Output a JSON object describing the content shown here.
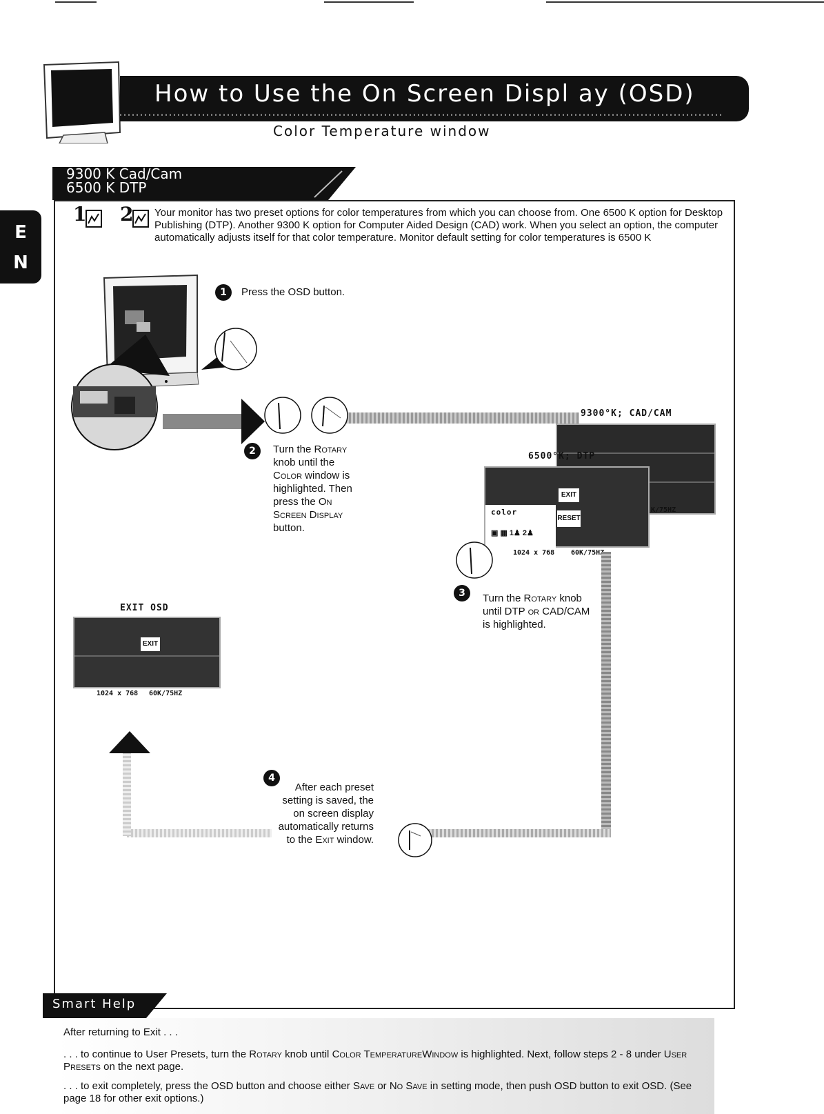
{
  "header": {
    "title": "How to Use the On Screen Displ ay (OSD)",
    "subtitle": "Color Temperature window"
  },
  "section": {
    "tab_line1": "9300 K Cad/Cam",
    "tab_line2": "6500 K DTP"
  },
  "side_tab": {
    "letter1": "E",
    "letter2": "N"
  },
  "intro": {
    "icon1": "1",
    "icon2": "2",
    "text": "Your monitor has two preset options for color temperatures from which you can choose from. One 6500 K option for Desktop Publishing (DTP). Another 9300 K option for Computer Aided Design (CAD) work. When you select an option, the computer automatically adjusts itself for that color temperature. Monitor default setting for color temperatures is 6500 K"
  },
  "steps": [
    {
      "num": "1",
      "text": "Press the OSD button."
    },
    {
      "num": "2",
      "text_a": "Turn the ",
      "rotary": "Rotary",
      "text_b": " knob until the ",
      "color": "Color",
      "text_c": " window is highlighted. Then press the ",
      "osd": "On Screen Display",
      "text_d": " button."
    },
    {
      "num": "3",
      "text_a": "Turn the ",
      "rotary": "Rotary",
      "text_b": " knob until DTP ",
      "or": "or",
      "text_c": " CAD/CAM is highlighted."
    },
    {
      "num": "4",
      "text_a": "After each preset setting is saved, the on screen display automatically returns to the ",
      "exit": "Exit",
      "text_b": " window."
    }
  ],
  "osd_panels": {
    "cad_label": "9300°K; CAD/CAM",
    "dtp_label": "6500°K; DTP",
    "exit_button": "EXIT",
    "reset_button": "RESET",
    "color_label": "color",
    "resolution": "1024 x 768",
    "refresh": "60K/75HZ",
    "refresh_partial": "K/75HZ",
    "exit_osd_label": "EXIT OSD"
  },
  "smart_help": {
    "tab": "Smart Help",
    "line1": "After returning to Exit . . .",
    "line2_a": ". . . to continue to User Presets, turn the ",
    "line2_rotary": "Rotary",
    "line2_b": " knob until ",
    "line2_color": "Color TemperatureWindow",
    "line2_c": " is highlighted. Next, follow steps 2 - 8 under ",
    "line2_user": "User Presets",
    "line2_d": " on the next page.",
    "line3_a": ". . . to exit completely, press the OSD button and choose either ",
    "line3_save": "Save",
    "line3_or": " or ",
    "line3_nosave": "No Save",
    "line3_b": " in setting mode, then push OSD button to exit OSD. (See page 18 for other exit options.)"
  }
}
